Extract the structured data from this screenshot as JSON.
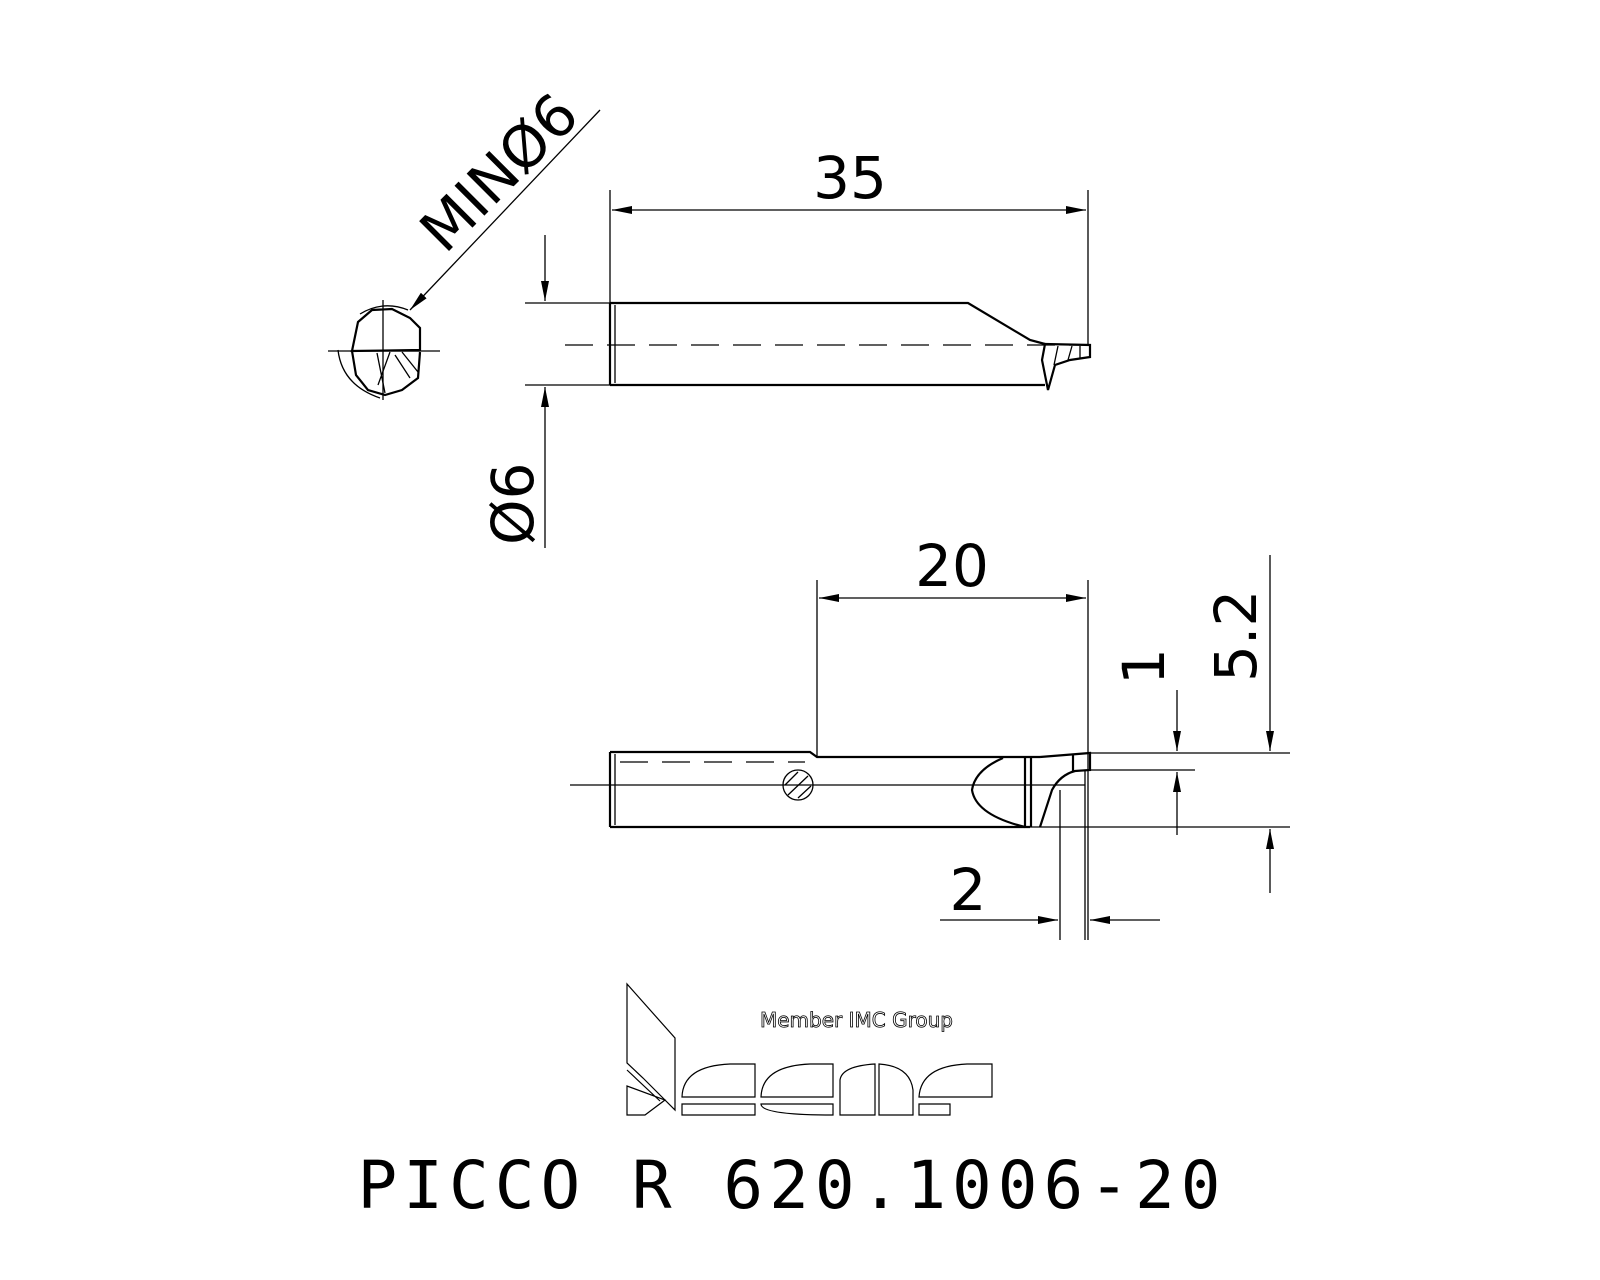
{
  "drawing": {
    "product_code": "PICCO R 620.1006-20",
    "logo": {
      "brand": "iscar",
      "tagline": "Member IMC Group"
    },
    "top_view": {
      "dim_length": "35",
      "dim_diameter": "Ø6",
      "dim_min_bore": "MINØ6"
    },
    "side_view": {
      "dim_length": "20",
      "dim_height_1": "1",
      "dim_height_2": "5.2",
      "dim_width": "2"
    }
  }
}
